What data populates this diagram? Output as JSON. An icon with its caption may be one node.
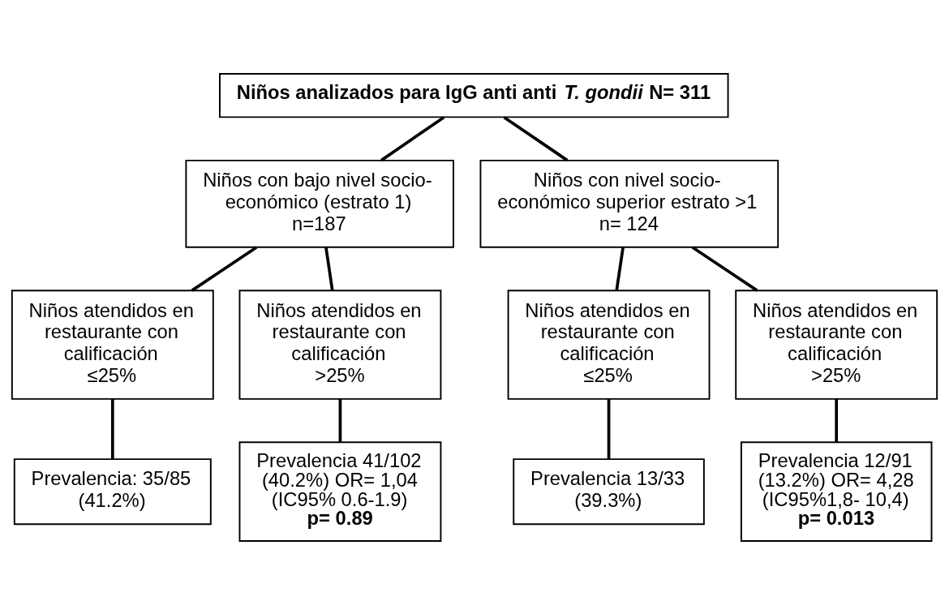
{
  "diagram": {
    "nodes": [
      {
        "text": [
          "Niños analizados para IgG anti anti *T. gondii* N= 311"
        ]
      },
      {
        "text": [
          "Niños con bajo nivel socio-económico (estrato 1)",
          "n=187"
        ]
      },
      {
        "text": [
          "Niños con nivel socio-económico superior estrato >1",
          "n= 124"
        ]
      },
      {
        "text": [
          "Niños atendidos en restaurante con calificación",
          "≤25%"
        ]
      },
      {
        "text": [
          "Niños atendidos en restaurante con calificación",
          ">25%"
        ]
      },
      {
        "text": [
          "Niños atendidos en restaurante con calificación",
          "≤25%"
        ]
      },
      {
        "text": [
          "Niños atendidos en restaurante con calificación",
          ">25%"
        ]
      },
      {
        "text": [
          "Prevalencia: 35/85 (41.2%)"
        ]
      },
      {
        "text": [
          "Prevalencia 41/102 (40.2%) OR= 1,04 (IC95% 0.6-1.9)",
          "**p= 0.89**"
        ]
      },
      {
        "text": [
          "Prevalencia 13/33 (39.3%)"
        ]
      },
      {
        "text": [
          "Prevalencia 12/91 (13.2%) OR= 4,28 (IC95%1,8- 10,4)",
          "**p= 0.013**"
        ]
      }
    ],
    "edges": [
      {
        "from": 0,
        "to": 1,
        "arrow": "none"
      },
      {
        "from": 0,
        "to": 2,
        "arrow": "none"
      },
      {
        "from": 1,
        "to": 3,
        "arrow": "none"
      },
      {
        "from": 1,
        "to": 4,
        "arrow": "none"
      },
      {
        "from": 2,
        "to": 5,
        "arrow": "none"
      },
      {
        "from": 2,
        "to": 6,
        "arrow": "none"
      },
      {
        "from": 3,
        "to": 7,
        "arrow": "none"
      },
      {
        "from": 4,
        "to": 8,
        "arrow": "none"
      },
      {
        "from": 5,
        "to": 9,
        "arrow": "none"
      },
      {
        "from": 6,
        "to": 10,
        "arrow": "none"
      }
    ]
  }
}
